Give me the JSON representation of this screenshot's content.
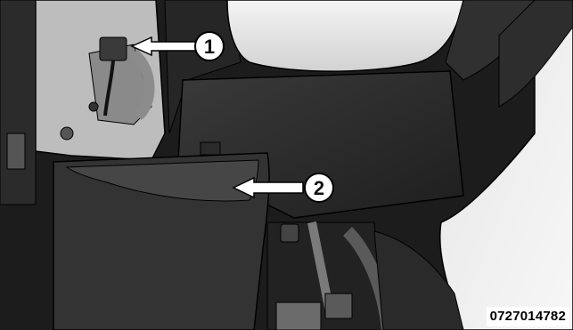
{
  "illustration": {
    "callouts": [
      {
        "number": "1"
      },
      {
        "number": "2"
      }
    ],
    "reference_code": "0727014782",
    "colors": {
      "panel_dark": "#2a2a2a",
      "bracket_light": "#b9b9b9",
      "glove_box_light": "#ececec",
      "outline": "#000000",
      "arrow_fill": "#ffffff"
    }
  }
}
